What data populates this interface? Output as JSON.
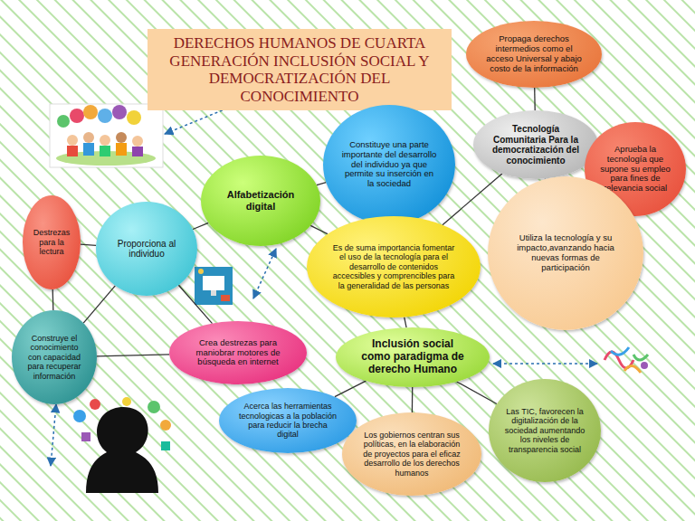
{
  "diagram": {
    "title": "DERECHOS HUMANOS DE CUARTA GENERACIÓN INCLUSIÓN SOCIAL Y DEMOCRATIZACIÓN DEL CONOCIMIENTO",
    "nodes": [
      {
        "text": [
          "Propaga derechos intermedios como el acceso Universal y abajo costo de la información"
        ]
      },
      {
        "text": [
          "Tecnología Comunitaria Para la democratización del conocimiento"
        ]
      },
      {
        "text": [
          "Aprueba la tecnología que supone su empleo para fines de relevancia social"
        ]
      },
      {
        "text": [
          "Constituye una parte importante del desarrollo del individuo ya que permite su inserción en la sociedad"
        ]
      },
      {
        "text": [
          "Alfabetización digital"
        ]
      },
      {
        "text": [
          "Destrezas para la lectura"
        ]
      },
      {
        "text": [
          "Proporciona al individuo"
        ]
      },
      {
        "text": [
          "Utiliza la tecnología y su impacto,avanzando hacia nuevas formas de participación"
        ]
      },
      {
        "text": [
          "Es de suma importancia fomentar el uso de la tecnología para el desarrollo de contenidos accecsibles y comprencibles para la generalidad de las personas"
        ]
      },
      {
        "text": [
          "Construye el conocimiento con capacidad para recuperar información"
        ]
      },
      {
        "text": [
          "Crea destrezas para maniobrar motores de búsqueda en internet"
        ]
      },
      {
        "text": [
          "Inclusión social como paradigma de derecho Humano"
        ]
      },
      {
        "text": [
          "Acerca las herramientas tecnologicas a la población para reducir la brecha digital"
        ]
      },
      {
        "text": [
          "Los gobiernos centran sus políticas, en la elaboración de proyectos para el eficaz desarrollo de los derechos humanos"
        ]
      },
      {
        "text": [
          "Las TIC, favorecen la digitalización de la sociedad aumentando los niveles de transparencia social"
        ]
      }
    ],
    "edges": [
      {
        "from": 4,
        "to": 3,
        "arrow": "none"
      },
      {
        "from": 4,
        "to": 6,
        "arrow": "none"
      },
      {
        "from": 4,
        "to": 8,
        "arrow": "none"
      },
      {
        "from": 6,
        "to": 5,
        "arrow": "none"
      },
      {
        "from": 6,
        "to": 9,
        "arrow": "none"
      },
      {
        "from": 6,
        "to": 10,
        "arrow": "none"
      },
      {
        "from": 5,
        "to": 9,
        "arrow": "none"
      },
      {
        "from": 9,
        "to": 10,
        "arrow": "none"
      },
      {
        "from": 8,
        "to": 1,
        "arrow": "none"
      },
      {
        "from": 1,
        "to": 0,
        "arrow": "none"
      },
      {
        "from": 1,
        "to": 2,
        "arrow": "none"
      },
      {
        "from": 1,
        "to": 7,
        "arrow": "none"
      },
      {
        "from": 8,
        "to": 11,
        "arrow": "none"
      },
      {
        "from": 11,
        "to": 12,
        "arrow": "none"
      },
      {
        "from": 11,
        "to": 13,
        "arrow": "none"
      },
      {
        "from": 11,
        "to": 14,
        "arrow": "none"
      }
    ]
  }
}
